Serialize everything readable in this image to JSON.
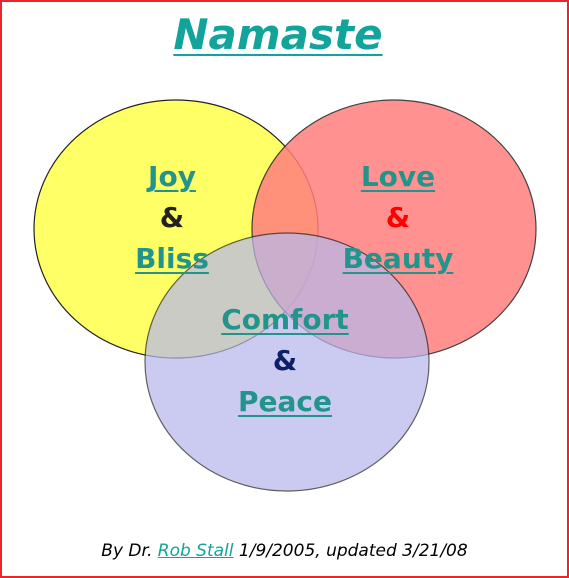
{
  "title": "Namaste",
  "circles": [
    {
      "words": [
        "Joy",
        "&",
        "Bliss"
      ],
      "fill": "#ffff66",
      "amp_color": "#222222"
    },
    {
      "words": [
        "Love",
        "&",
        "Beauty"
      ],
      "fill": "#ff7f7f",
      "amp_color": "#ff0000"
    },
    {
      "words": [
        "Comfort",
        "&",
        "Peace"
      ],
      "fill": "#b8b8ec",
      "amp_color": "#0d1f6b"
    }
  ],
  "credit": {
    "prefix": "By Dr.",
    "author": "Rob Stall",
    "suffix": "1/9/2005, updated 3/21/08"
  }
}
